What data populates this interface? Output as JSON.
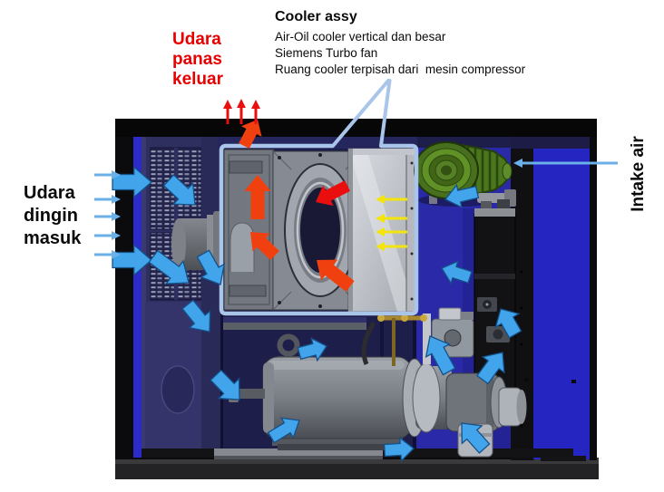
{
  "callouts": {
    "hot_air": {
      "lines": [
        "Udara",
        "panas",
        "keluar"
      ]
    },
    "cold_air": {
      "lines": [
        "Udara",
        "dingin",
        "masuk"
      ]
    },
    "intake": {
      "label": "Intake air"
    },
    "cooler": {
      "title": "Cooler assy",
      "details": [
        "Air-Oil cooler vertical dan besar",
        "Siemens Turbo fan",
        "Ruang cooler terpisah dari  mesin compressor"
      ]
    }
  },
  "colors": {
    "hot_text": "#e60000",
    "hot_arrow_orange": "#f14010",
    "hot_arrow_red": "#ea0e0e",
    "cold_arrow": "#42a5ec",
    "cold_arrow_pale": "#6cb0ea",
    "yellow_arrow": "#f3e50c",
    "highlight_box": "#a9c5ea"
  }
}
